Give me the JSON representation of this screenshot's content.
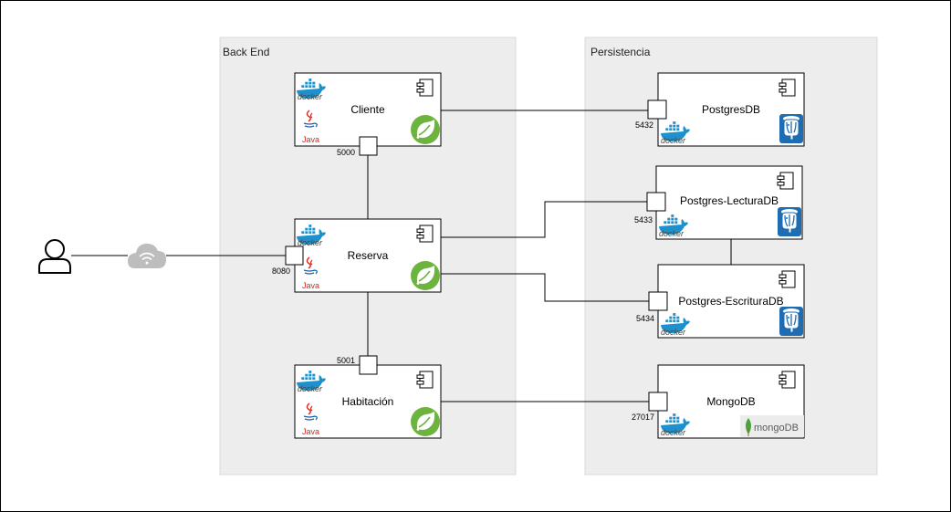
{
  "groups": [
    {
      "id": "backend",
      "label": "Back End"
    },
    {
      "id": "persistence",
      "label": "Persistencia"
    }
  ],
  "services": [
    {
      "id": "cliente",
      "label": "Cliente",
      "docker_text": "docker",
      "java_text": "Java"
    },
    {
      "id": "reserva",
      "label": "Reserva",
      "docker_text": "docker",
      "java_text": "Java"
    },
    {
      "id": "habitacion",
      "label": "Habitación",
      "docker_text": "docker",
      "java_text": "Java"
    }
  ],
  "databases": [
    {
      "id": "postgresdb",
      "label": "PostgresDB",
      "docker_text": "docker",
      "kind": "postgres"
    },
    {
      "id": "postgres-lectura",
      "label": "Postgres-LecturaDB",
      "docker_text": "docker",
      "kind": "postgres"
    },
    {
      "id": "postgres-escritura",
      "label": "Postgres-EscrituraDB",
      "docker_text": "docker",
      "kind": "postgres"
    },
    {
      "id": "mongodb",
      "label": "MongoDB",
      "docker_text": "docker",
      "kind": "mongo",
      "logo_text": "mongoDB"
    }
  ],
  "ports": {
    "cliente": "5000",
    "reserva": "8080",
    "habitacion": "5001",
    "postgresdb": "5432",
    "postgres_lectura": "5433",
    "postgres_escritura": "5434",
    "mongodb": "27017"
  },
  "actors": [
    {
      "id": "user",
      "icon": "user-icon"
    },
    {
      "id": "network",
      "icon": "cloud-wifi-icon"
    }
  ],
  "colors": {
    "group_fill": "#ededed",
    "group_stroke": "#d9d9d9",
    "line": "#000000",
    "docker_blue": "#1d91cd",
    "java_red": "#e0241b",
    "spring_green": "#6db33f",
    "postgres_blue": "#1e6db3",
    "mongo_green": "#4aa33d"
  }
}
